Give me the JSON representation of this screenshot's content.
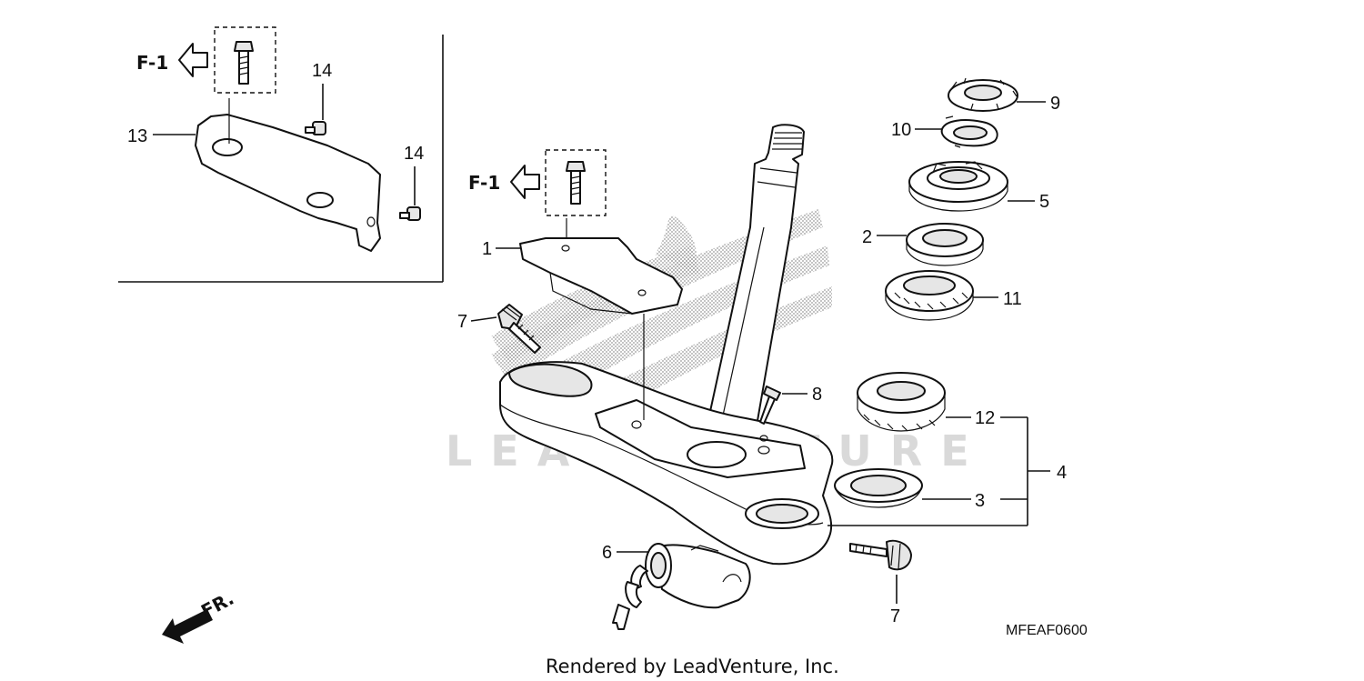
{
  "diagram": {
    "watermark": "LEADVENTURE",
    "figure_code": "MFEAF0600",
    "footer": "Rendered by LeadVenture, Inc.",
    "front_label": "FR.",
    "ref_f1_a": "F-1",
    "ref_f1_b": "F-1",
    "callouts": {
      "c13": "13",
      "c14a": "14",
      "c14b": "14",
      "c1": "1",
      "c7a": "7",
      "c8": "8",
      "c6": "6",
      "c7b": "7",
      "c9": "9",
      "c10": "10",
      "c5": "5",
      "c2": "2",
      "c11": "11",
      "c12": "12",
      "c4": "4",
      "c3": "3"
    }
  }
}
